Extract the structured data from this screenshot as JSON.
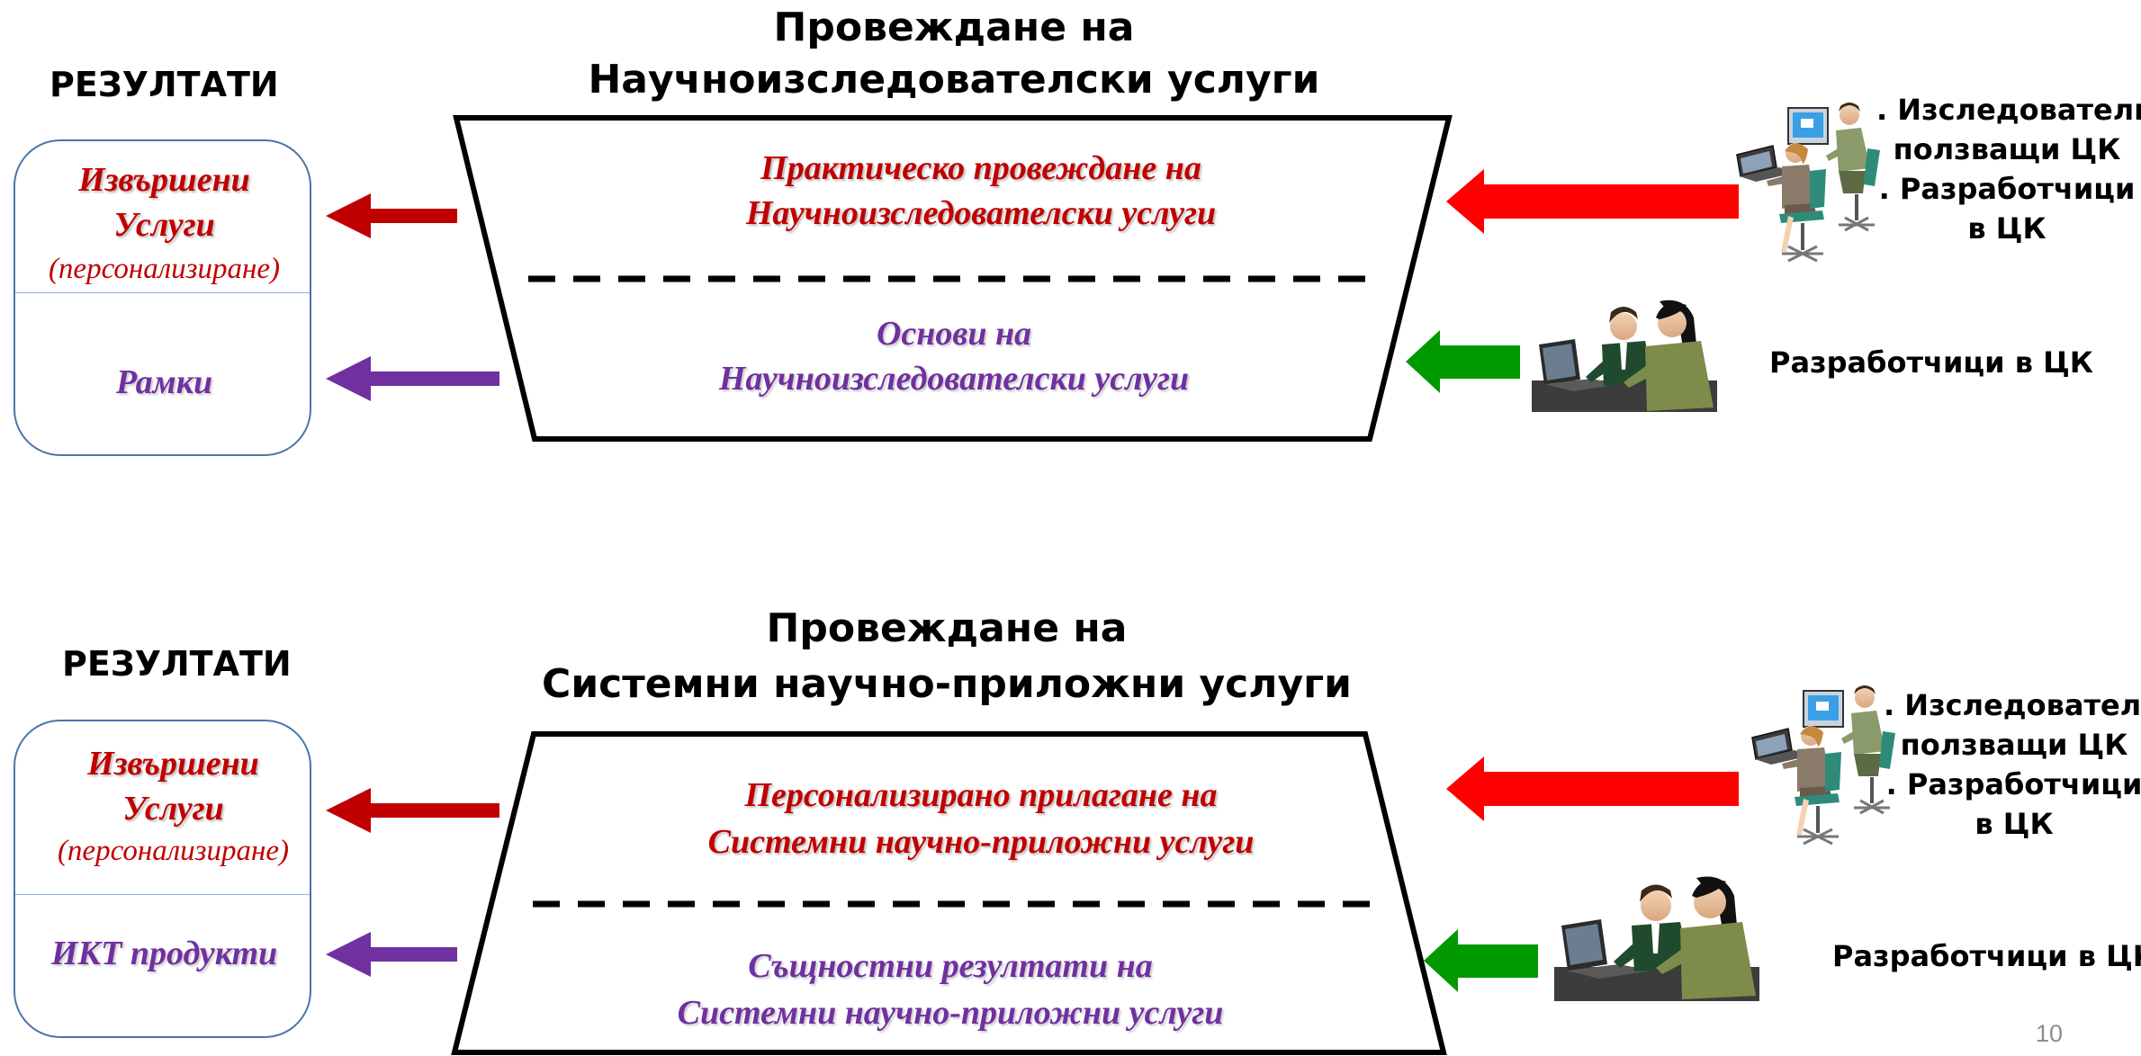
{
  "slide": {
    "page_number": "10",
    "sections": [
      {
        "title_line1": "Провеждане на",
        "title_line2": "Научноизследователски услуги",
        "results_heading": "РЕЗУЛТАТИ",
        "results_item1_line1": "Извършени",
        "results_item1_line2": "Услуги",
        "results_item1_note": "(персонализиране)",
        "results_item2": "Рамки",
        "upper_text_line1": "Практическо провеждане на",
        "upper_text_line2": "Научноизследователски услуги",
        "lower_text_line1": "Основи на",
        "lower_text_line2": "Научноизследователски услуги",
        "actor1_line1": ". Изследователи",
        "actor1_line2": "ползващи ЦК",
        "actor1_line3": ". Разработчици",
        "actor1_line4": "в ЦК",
        "actor2": "Разработчици в ЦК"
      },
      {
        "title_line1": "Провеждане на",
        "title_line2": "Системни научно-приложни услуги",
        "results_heading": "РЕЗУЛТАТИ",
        "results_item1_line1": "Извършени",
        "results_item1_line2": "Услуги",
        "results_item1_note": "(персонализиране)",
        "results_item2": "ИКТ продукти",
        "upper_text_line1": "Персонализирано прилагане на",
        "upper_text_line2": "Системни научно-приложни услуги",
        "lower_text_line1": "Същностни резултати на",
        "lower_text_line2": "Системни научно-приложни услуги",
        "actor1_line1": ". Изследователи",
        "actor1_line2": "ползващи ЦК",
        "actor1_line3": ". Разработчици",
        "actor1_line4": "в ЦК",
        "actor2": "Разработчици в ЦК"
      }
    ]
  },
  "colors": {
    "arrow_red_output": "#c00000",
    "arrow_purple_output": "#7030a0",
    "arrow_red_input": "#ff0000",
    "arrow_green_input": "#009900",
    "text_red": "#c00000",
    "text_purple": "#7030a0"
  },
  "icons": {
    "actor1": "people-at-computers-icon",
    "actor2": "people-at-laptop-icon"
  }
}
